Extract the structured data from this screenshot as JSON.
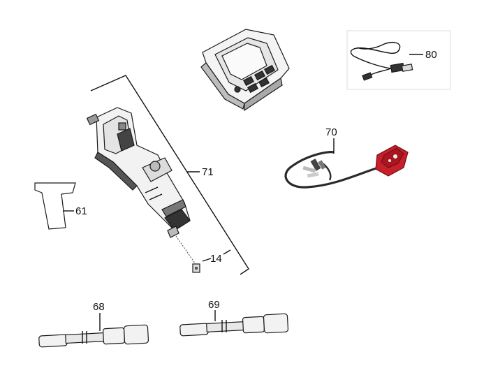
{
  "parts": [
    {
      "id": "cable",
      "callout": "80"
    },
    {
      "id": "camera-head",
      "callout": "70"
    },
    {
      "id": "tool-body",
      "callout": "71"
    },
    {
      "id": "adapter",
      "callout": "61"
    },
    {
      "id": "hook-clip",
      "callout": "14"
    },
    {
      "id": "extension-a",
      "callout": "68"
    },
    {
      "id": "extension-b",
      "callout": "69"
    }
  ],
  "colors": {
    "accent": "#c8202a",
    "line": "#1a1a1a",
    "shade": "#9a9a9a"
  }
}
